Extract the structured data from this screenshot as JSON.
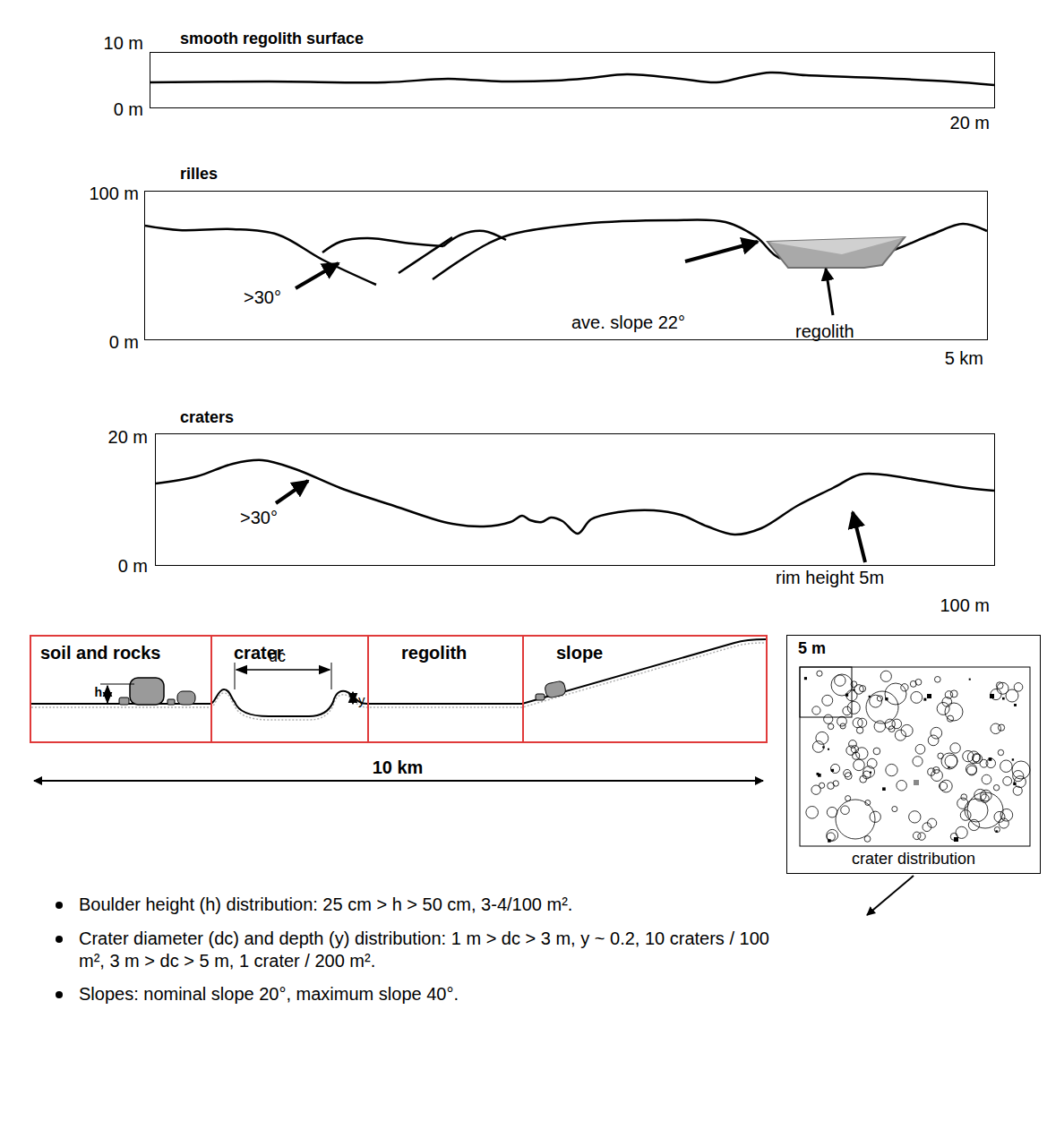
{
  "diagram": {
    "nodes": [
      {
        "text": [
          "smooth regolith surface"
        ]
      },
      {
        "text": [
          "rilles"
        ]
      },
      {
        "text": [
          "craters"
        ]
      },
      {
        "text": [
          "soil and rocks"
        ]
      },
      {
        "text": [
          "crater"
        ]
      },
      {
        "text": [
          "regolith"
        ]
      },
      {
        "text": [
          "slope"
        ]
      },
      {
        "text": [
          "5 m",
          "crater distribution"
        ]
      }
    ],
    "labels": [
      "10 m",
      "0 m",
      "20 m",
      "100 m",
      ">30°",
      "ave. slope 22°",
      "regolith",
      "0 m",
      "5 km",
      "20 m",
      ">30°",
      "rim height 5m",
      "0 m",
      "100 m",
      "h",
      "dc",
      "y",
      "10 km",
      "Boulder height (h) distribution: 25 cm > h > 50 cm, 3-4/100 m².",
      "Crater diameter (dc) and depth (y) distribution: 1 m > dc > 3 m, y ~ 0.2, 10 craters / 100 m², 3 m > dc > 5 m, 1 crater / 200 m².",
      "Slopes: nominal slope 20°, maximum slope 40°."
    ]
  }
}
